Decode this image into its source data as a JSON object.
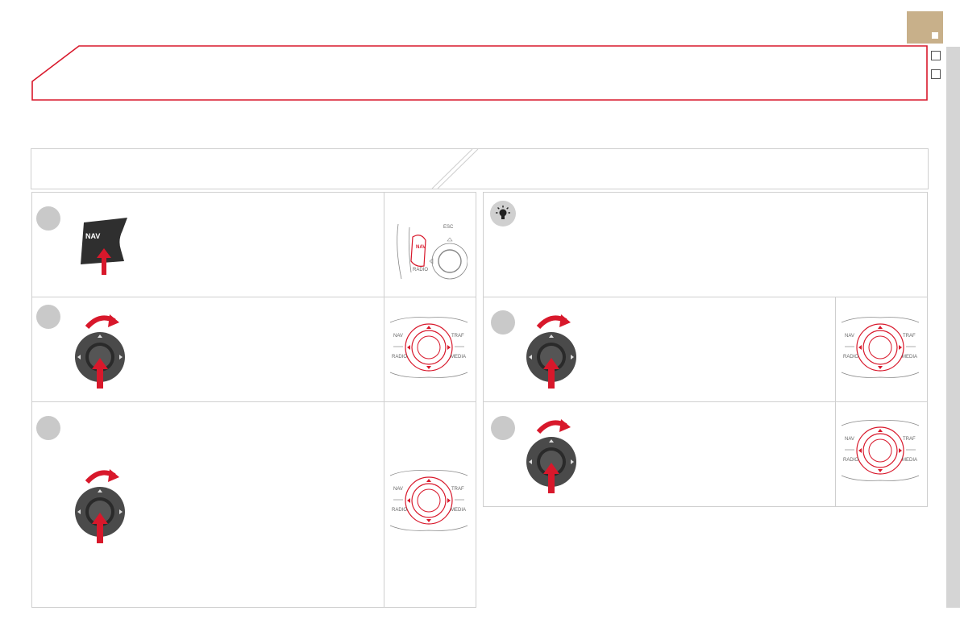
{
  "page": {
    "nav_button_label": "NAV",
    "illustration_labels": {
      "nav": "NAV",
      "traf": "TRAF",
      "radio": "RADIO",
      "media": "MEDIA",
      "esc": "ESC"
    }
  },
  "colors": {
    "accent_red": "#d8182b",
    "tab_beige": "#c8b08a",
    "border_grey": "#cfcfcf",
    "step_circle_grey": "#c9c9c9",
    "scroll_grey": "#d5d5d5"
  },
  "icons": {
    "tip": "lightbulb-icon",
    "controller": "rotary-controller-icon",
    "rotate_arrow": "rotate-arrow-icon",
    "press_arrow": "press-arrow-icon"
  }
}
